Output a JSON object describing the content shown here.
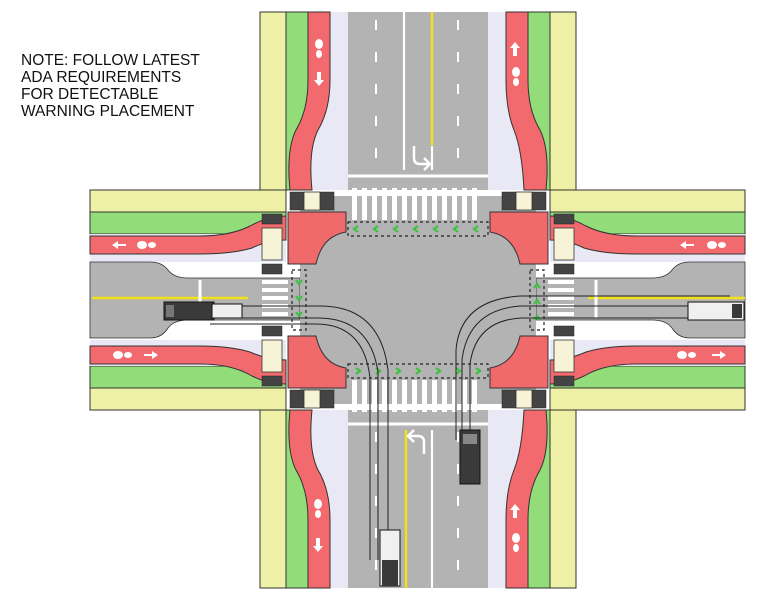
{
  "note": {
    "lines": [
      "NOTE: FOLLOW LATEST",
      "ADA REQUIREMENTS",
      "FOR DETECTABLE",
      "WARNING PLACEMENT"
    ]
  },
  "colors": {
    "sidewalk": "#eef0a6",
    "planting_buffer": "#92dd7a",
    "bike_lane": "#f26a6e",
    "corner_plaza": "#f06a6c",
    "street_buffer": "#e9e9f6",
    "roadway": "#b3b3b3",
    "centerline": "#f2e11a",
    "bike_crossing_marker": "#3dc23d",
    "vehicle": "#333333"
  }
}
